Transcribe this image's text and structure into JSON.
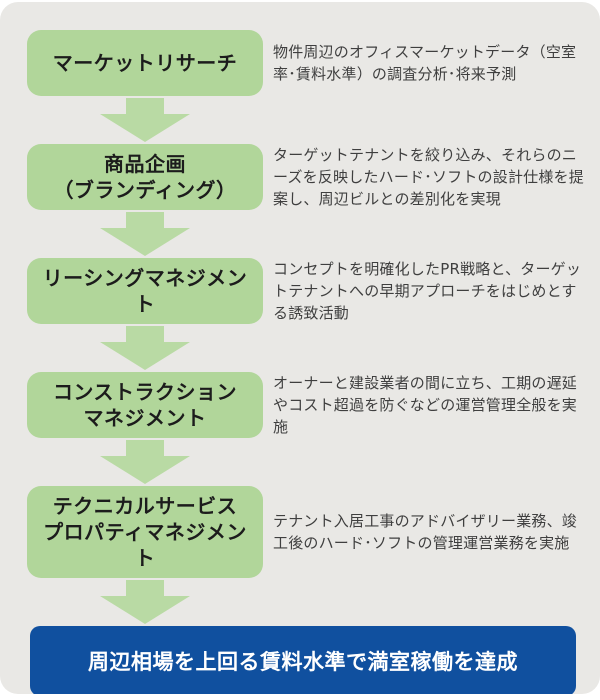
{
  "colors": {
    "page_bg": "#ffffff",
    "card_bg": "#e9e8e5",
    "step_green": "#b1d69a",
    "arrow_green": "#b9daa4",
    "result_blue": "#10509f",
    "title_text": "#1c1c1c",
    "desc_text": "#3f3f3f",
    "result_text": "#ffffff"
  },
  "flow": {
    "steps": [
      {
        "title": "マーケットリサーチ",
        "description": "物件周辺のオフィスマーケットデータ（空室率･賃料水準）の調査分析･将来予測"
      },
      {
        "title": "商品企画\n（ブランディング）",
        "description": "ターゲットテナントを絞り込み、それらのニーズを反映したハード･ソフトの設計仕様を提案し、周辺ビルとの差別化を実現"
      },
      {
        "title": "リーシングマネジメント",
        "description": "コンセプトを明確化したPR戦略と、ターゲットテナントへの早期アプローチをはじめとする誘致活動"
      },
      {
        "title": "コンストラクション\nマネジメント",
        "description": "オーナーと建設業者の間に立ち、工期の遅延やコスト超過を防ぐなどの運営管理全般を実施"
      },
      {
        "title": "テクニカルサービス\nプロパティマネジメント",
        "description": "テナント入居工事のアドバイザリー業務、竣工後のハード･ソフトの管理運営業務を実施"
      }
    ],
    "result": "周辺相場を上回る賃料水準で満室稼働を達成"
  }
}
